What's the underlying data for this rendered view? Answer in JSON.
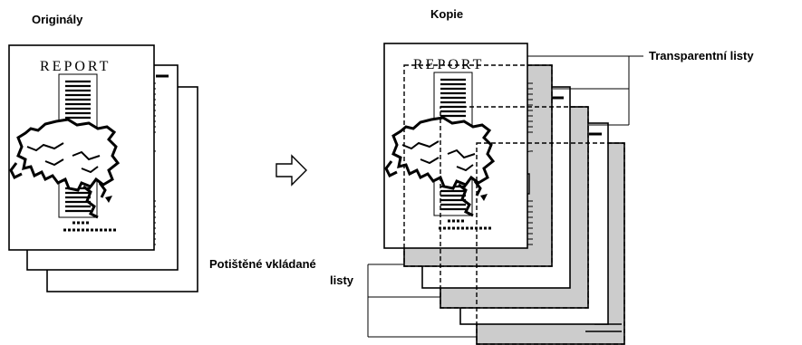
{
  "labels": {
    "originals": "Originály",
    "copies": "Kopie",
    "transparent_sheets": "Transparentní listy",
    "printed_inserts_line1": "Potištěné vkládané",
    "printed_inserts_line2": "listy"
  },
  "page_texts": {
    "front_original_title": "REPORT",
    "front_copy_title": "REPORT"
  },
  "icons": {
    "direction": "right-arrow-outline-icon"
  },
  "colors": {
    "page_fill": "#ffffff",
    "insert_fill": "#cccccc",
    "line": "#000000"
  }
}
